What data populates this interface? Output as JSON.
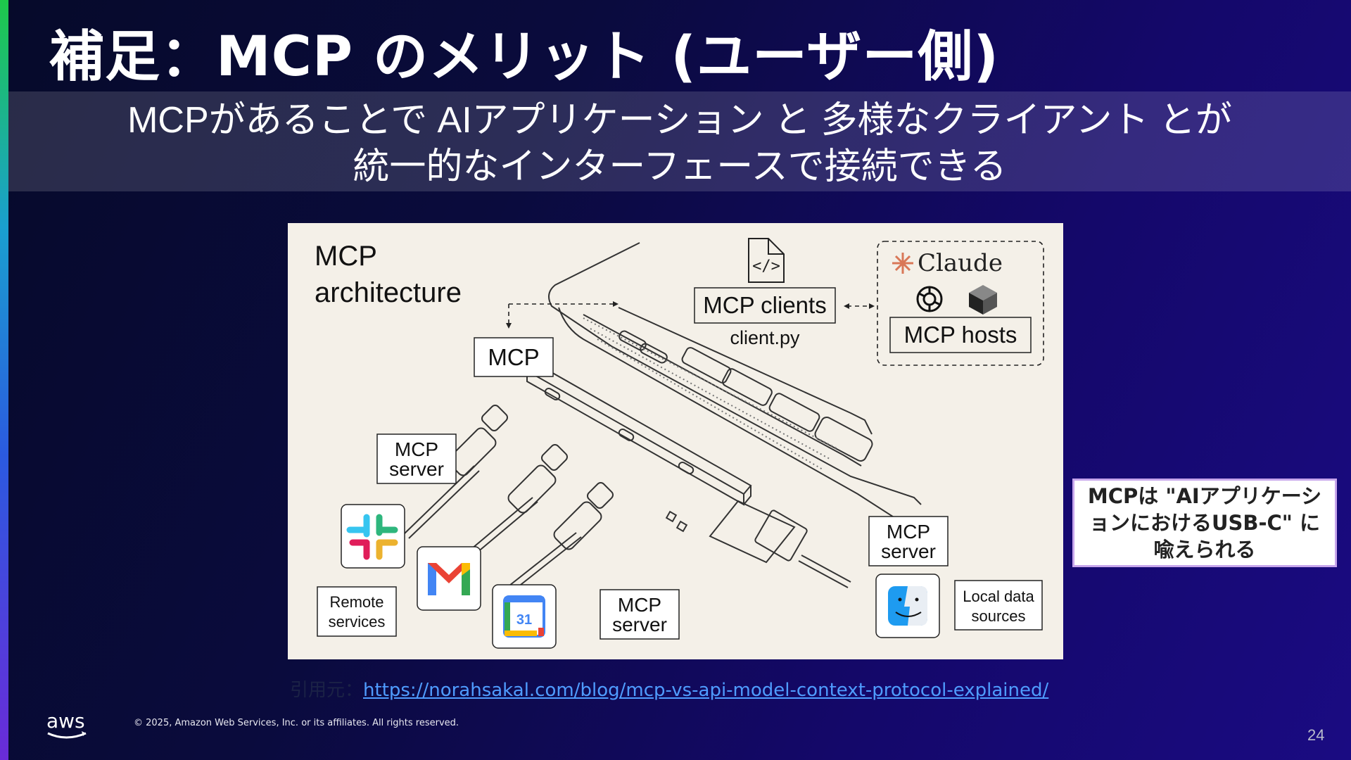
{
  "slide": {
    "title": "補足：MCP のメリット (ユーザー側)",
    "subtitle_line1": "MCPがあることで AIアプリケーション と 多様なクライアント とが",
    "subtitle_line2": "統一的なインターフェースで接続できる",
    "callout": "MCPは \"AIアプリケーションにおけるUSB-C\" に喩えられる",
    "citation_label": "引用元：",
    "citation_url": "https://norahsakal.com/blog/mcp-vs-api-model-context-protocol-explained/",
    "copyright": "© 2025, Amazon Web Services, Inc. or its affiliates. All rights reserved.",
    "page_number": "24",
    "logo_text": "aws"
  },
  "figure": {
    "heading_line1": "MCP",
    "heading_line2": "architecture",
    "mcp_label": "MCP",
    "clients_label": "MCP clients",
    "client_file": "client.py",
    "hosts_label": "MCP hosts",
    "claude_label": "Claude",
    "server_label_line1": "MCP",
    "server_label_line2": "server",
    "remote_line1": "Remote",
    "remote_line2": "services",
    "local_line1": "Local data",
    "local_line2": "sources",
    "calendar_day": "31",
    "icons": [
      "code-file-icon",
      "claude-icon",
      "openai-icon",
      "cube-icon",
      "slack-icon",
      "gmail-icon",
      "calendar-icon",
      "finder-icon"
    ]
  },
  "colors": {
    "background_start": "#060a2a",
    "background_end": "#1a0b82",
    "figure_background": "#f4f0e8",
    "link": "#4f9cff",
    "callout_border": "#c7a6ec"
  }
}
